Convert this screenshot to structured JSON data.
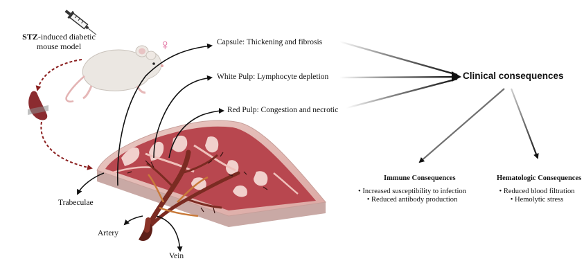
{
  "model": {
    "stz_bold": "STZ",
    "stz_rest": "-induced diabetic",
    "line2": "mouse model"
  },
  "sex_symbol": "♀",
  "findings": {
    "capsule": "Capsule: Thickening and fibrosis",
    "white_pulp": "White Pulp: Lymphocyte depletion",
    "red_pulp": "Red Pulp: Congestion and necrotic"
  },
  "clinical": "Clinical consequences",
  "immune": {
    "title": "Immune Consequences",
    "items": [
      "• Increased susceptibility to infection",
      "• Reduced antibody production"
    ]
  },
  "hematologic": {
    "title": "Hematologic Consequences",
    "items": [
      "• Reduced blood filtration",
      "• Hemolytic stress"
    ]
  },
  "anatomy": {
    "trabeculae": "Trabeculae",
    "artery": "Artery",
    "vein": "Vein"
  },
  "icons": [
    "syringe-icon",
    "mouse-icon",
    "female-symbol-icon",
    "spleen-small-icon",
    "spleen-cross-section-icon"
  ],
  "colors": {
    "spleen_red": "#b8474f",
    "spleen_pink": "#e8b9b6",
    "vessel_brown": "#7b2b22",
    "dashed_arrow": "#8b1f1f",
    "female_symbol": "#e0679a"
  }
}
